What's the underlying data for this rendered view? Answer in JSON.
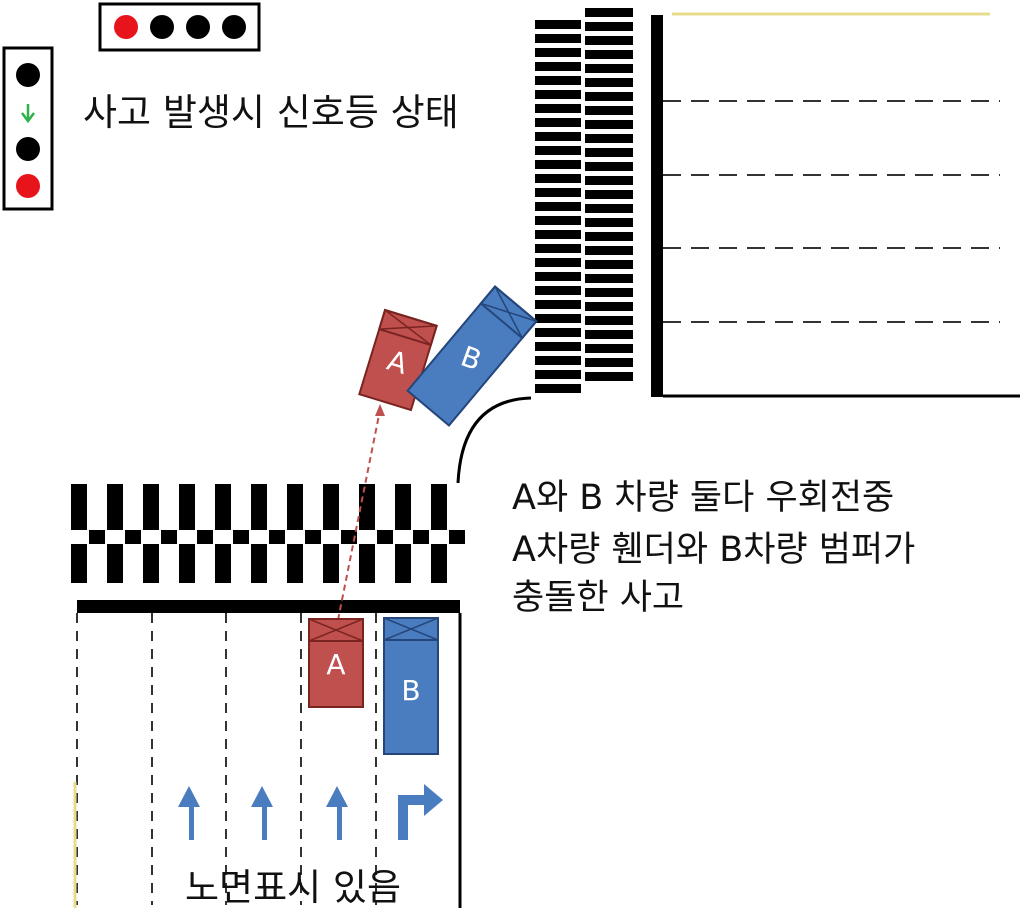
{
  "signal": {
    "caption": "사고 발생시 신호등 상태",
    "horizontal_lamps": [
      "red",
      "black",
      "black",
      "black"
    ],
    "vertical_lamps": [
      "black",
      "green-arrow-down",
      "black",
      "red"
    ]
  },
  "description": {
    "line1": "A와 B 차량 둘다 우회전중",
    "line2": "A차량 휀더와 B차량 범퍼가",
    "line3": "충돌한 사고"
  },
  "lanes": {
    "marking_caption": "노면표시 있음",
    "arrows": [
      "straight",
      "straight",
      "straight",
      "right-turn"
    ]
  },
  "vehicles": {
    "a_label": "A",
    "b_label": "B",
    "a_color": "#c0504d",
    "b_color": "#4a7cc0"
  },
  "colors": {
    "lamp_red": "#e8141b",
    "lamp_black": "#000000",
    "arrow_green": "#2bb34a",
    "road_marking_blue": "#4a7cc0",
    "center_line_yellow": "#e6dc8c"
  }
}
